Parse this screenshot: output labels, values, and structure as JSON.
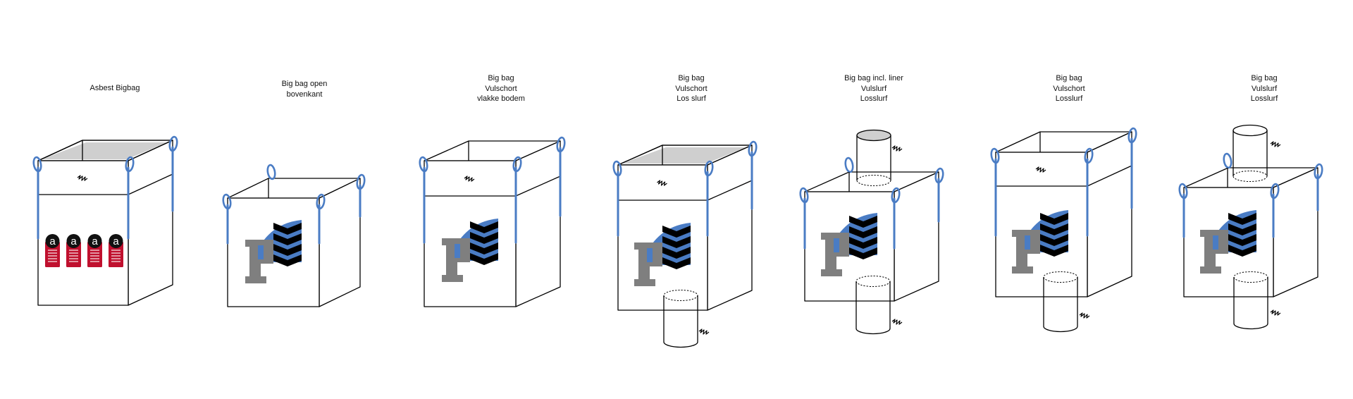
{
  "colors": {
    "strap": "#4a7cc4",
    "logo_gray": "#7f7f7f",
    "logo_blue": "#4a7cc4",
    "chevron": "#000000",
    "warning_label": "#c0102e",
    "liner": "#cfcfcf"
  },
  "bags": [
    {
      "id": "asbest",
      "lines": [
        "Asbest Bigbag"
      ],
      "label_letter": "a"
    },
    {
      "id": "open",
      "lines": [
        "Big bag open",
        "bovenkant"
      ]
    },
    {
      "id": "vulschort-vlak",
      "lines": [
        "Big bag",
        "Vulschort",
        "vlakke bodem"
      ]
    },
    {
      "id": "vulschort-losslurf",
      "lines": [
        "Big bag",
        "Vulschort",
        "Los slurf"
      ]
    },
    {
      "id": "liner",
      "lines": [
        "Big bag incl. liner",
        "Vulslurf",
        "Losslurf"
      ]
    },
    {
      "id": "vulschort-losslurf-2",
      "lines": [
        "Big bag",
        "Vulschort",
        "Losslurf"
      ]
    },
    {
      "id": "vulslurf-losslurf",
      "lines": [
        "Big bag",
        "Vulslurf",
        "Losslurf"
      ]
    }
  ]
}
